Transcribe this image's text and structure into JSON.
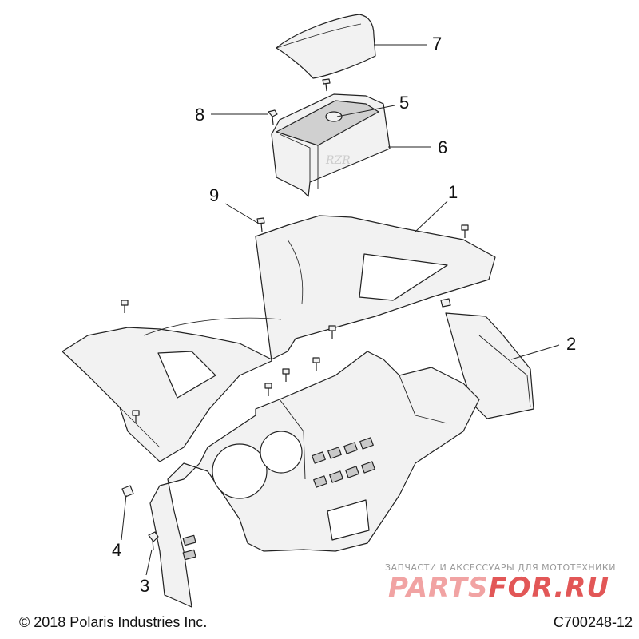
{
  "callouts": [
    {
      "num": "1"
    },
    {
      "num": "2"
    },
    {
      "num": "3"
    },
    {
      "num": "4"
    },
    {
      "num": "5"
    },
    {
      "num": "6"
    },
    {
      "num": "7"
    },
    {
      "num": "8"
    },
    {
      "num": "9"
    }
  ],
  "footer": {
    "copyright": "© 2018 Polaris Industries Inc.",
    "drawing_id": "C700248-12"
  },
  "watermark": {
    "tagline": "ЗАПЧАСТИ И АКСЕССУАРЫ ДЛЯ МОТОТЕХНИКИ",
    "logo_part1": "PARTS",
    "logo_part2": "FOR.RU"
  },
  "colors": {
    "line": "#222222",
    "part_fill": "#f2f2f2",
    "shadow_fill": "#d0d0d0",
    "watermark_red": "#e25757"
  }
}
